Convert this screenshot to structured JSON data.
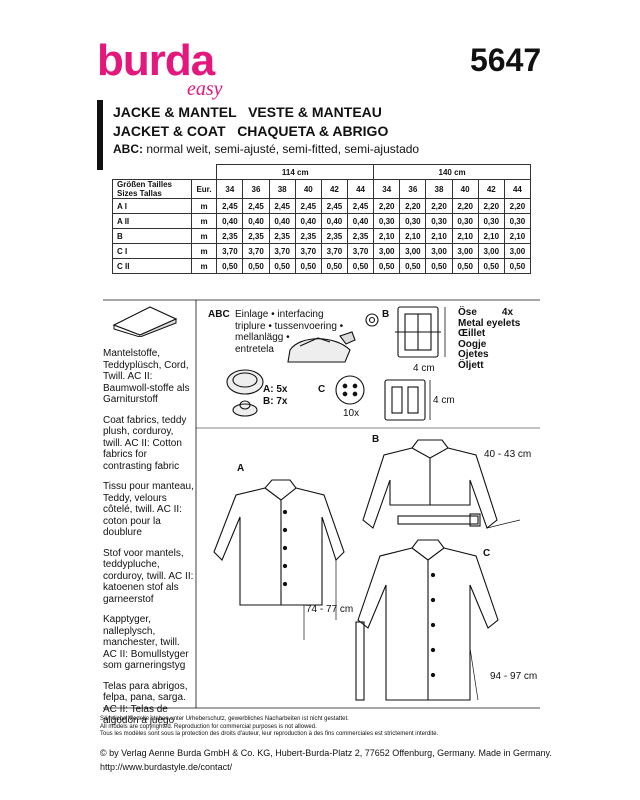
{
  "brand": {
    "name": "burda",
    "sub": "easy"
  },
  "pattern_number": "5647",
  "title_line1": "JACKE & MANTEL   VESTE & MANTEAU",
  "title_line2": "JACKET & COAT   CHAQUETA & ABRIGO",
  "fit": {
    "prefix": "ABC:",
    "text": " normal weit, semi-ajusté, semi-fitted, semi-ajustado"
  },
  "table": {
    "groups": [
      "114 cm",
      "140 cm"
    ],
    "size_header": [
      "Größen  Tailles",
      "Sizes  Tallas"
    ],
    "eur_label": "Eur.",
    "sizes": [
      "34",
      "36",
      "38",
      "40",
      "42",
      "44",
      "34",
      "36",
      "38",
      "40",
      "42",
      "44"
    ],
    "rows": [
      {
        "label": "A I",
        "unit": "m",
        "values": [
          "2,45",
          "2,45",
          "2,45",
          "2,45",
          "2,45",
          "2,45",
          "2,20",
          "2,20",
          "2,20",
          "2,20",
          "2,20",
          "2,20"
        ]
      },
      {
        "label": "A II",
        "unit": "m",
        "values": [
          "0,40",
          "0,40",
          "0,40",
          "0,40",
          "0,40",
          "0,40",
          "0,30",
          "0,30",
          "0,30",
          "0,30",
          "0,30",
          "0,30"
        ]
      },
      {
        "label": "B",
        "unit": "m",
        "values": [
          "2,35",
          "2,35",
          "2,35",
          "2,35",
          "2,35",
          "2,35",
          "2,10",
          "2,10",
          "2,10",
          "2,10",
          "2,10",
          "2,10"
        ]
      },
      {
        "label": "C I",
        "unit": "m",
        "values": [
          "3,70",
          "3,70",
          "3,70",
          "3,70",
          "3,70",
          "3,70",
          "3,00",
          "3,00",
          "3,00",
          "3,00",
          "3,00",
          "3,00"
        ]
      },
      {
        "label": "C II",
        "unit": "m",
        "values": [
          "0,50",
          "0,50",
          "0,50",
          "0,50",
          "0,50",
          "0,50",
          "0,50",
          "0,50",
          "0,50",
          "0,50",
          "0,50",
          "0,50"
        ]
      }
    ]
  },
  "fabrics": [
    "Mantelstoffe, Teddyplüsch, Cord, Twill. AC II: Baumwoll-stoffe als Garniturstoff",
    "Coat fabrics, teddy plush, corduroy, twill. AC II: Cotton fabrics for contrasting fabric",
    "Tissu pour manteau, Teddy, velours côtelé, twill. AC II: coton pour la doublure",
    "Stof voor mantels, teddypluche, corduroy, twill. AC II: katoenen stof als garneerstof",
    "Kapptyger, nalleplysch, manchester, twill. AC II: Bomullstyger som garneringstyg",
    "Telas para abrigos, felpa, pana, sarga. AC II: Telas de algodón a juego"
  ],
  "notions": {
    "abc_label": "ABC",
    "interfacing": [
      "Einlage • interfacing",
      "triplure • tussenvoering •",
      "mellanlägg •",
      "entretela"
    ],
    "snaps": [
      "A: 5x",
      "B: 7x"
    ],
    "c_label": "C",
    "buttons_count": "10x",
    "b_label": "B",
    "buckle_height": "4 cm",
    "slider_height": "4 cm",
    "eyelets": [
      "Öse         4x",
      "Metal eyelets",
      "Œillet",
      "Oogje",
      "Ojetes",
      "Öljett"
    ]
  },
  "views": {
    "a_label": "A",
    "b_label": "B",
    "c_label": "C",
    "a_length": "74 - 77 cm",
    "b_length": "40 - 43 cm",
    "c_length": "94 - 97 cm"
  },
  "footer": {
    "lines": [
      "Sämtliche Modelle stehen unter Urheberschutz, gewerbliches Nacharbeiten ist nicht gestattet.",
      "All models are copyrighted. Reproduction for commercial purposes is not allowed.",
      "Tous les modèles sont sous la protection des droits d'auteur, leur reproduction à des fins commerciales est strictement interdite."
    ],
    "copyright": "© by Verlag Aenne Burda GmbH & Co. KG, Hubert-Burda-Platz 2, 77652 Offenburg, Germany. Made in Germany.",
    "url": "http://www.burdastyle.de/contact/"
  }
}
